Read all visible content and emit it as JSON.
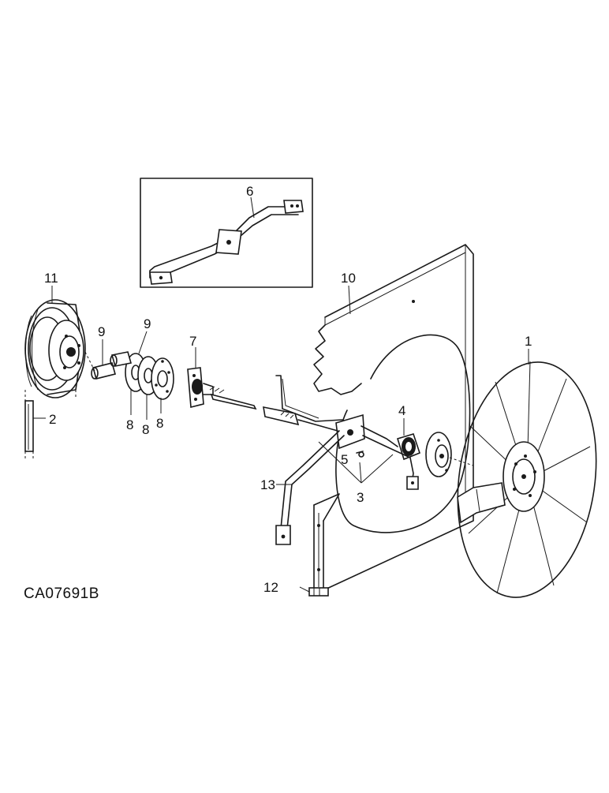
{
  "diagram": {
    "reference_code": "CA07691B",
    "callouts": {
      "c1": "1",
      "c2": "2",
      "c3": "3",
      "c4": "4",
      "c5": "5",
      "c6": "6",
      "c7": "7",
      "c8a": "8",
      "c8b": "8",
      "c8c": "8",
      "c9a": "9",
      "c9b": "9",
      "c10": "10",
      "c11": "11",
      "c12": "12",
      "c13": "13"
    }
  }
}
